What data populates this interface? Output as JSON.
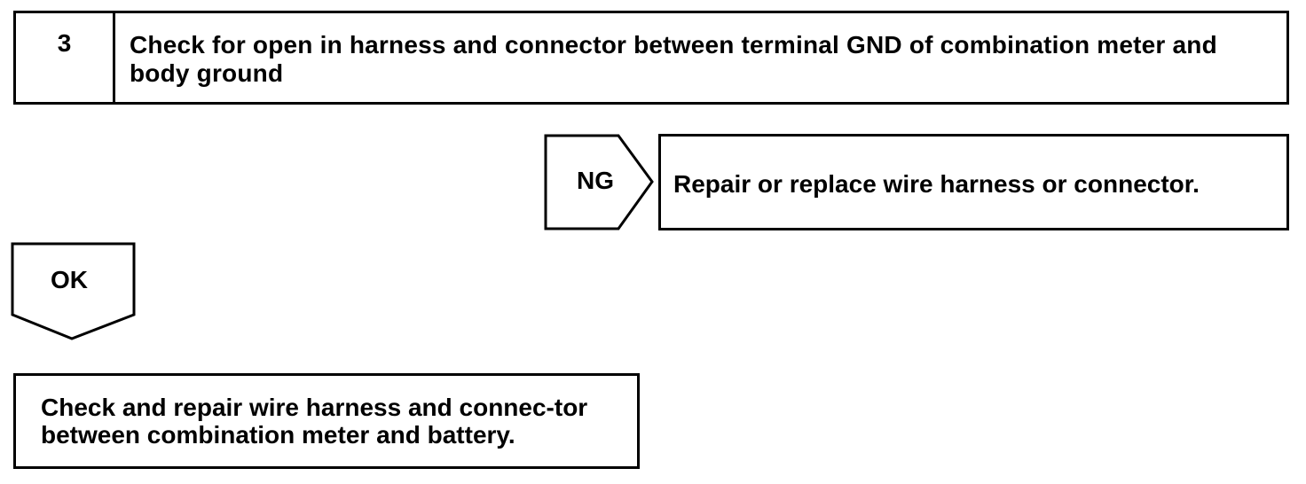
{
  "step": {
    "number": "3",
    "title": "Check for open in harness and connector between terminal GND of combination meter and body ground"
  },
  "ng_branch": {
    "label": "NG",
    "action": "Repair or replace wire harness or connector."
  },
  "ok_branch": {
    "label": "OK",
    "action": "Check and repair wire harness and connec-tor between combination meter and battery."
  }
}
